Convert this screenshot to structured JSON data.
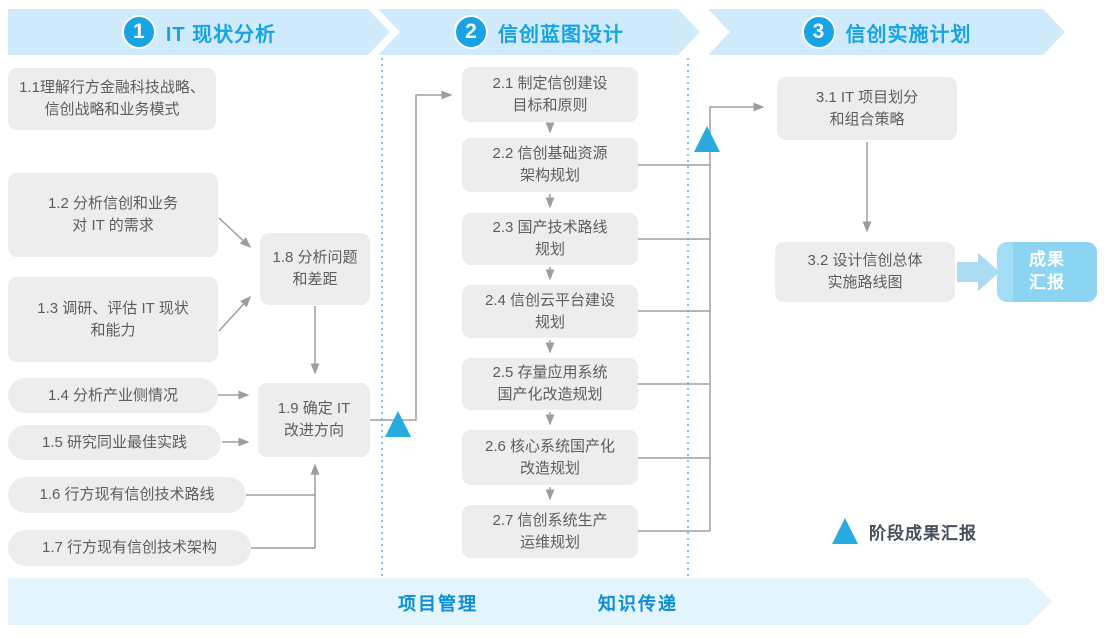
{
  "phases": [
    {
      "number": "1",
      "title": "IT 现状分析"
    },
    {
      "number": "2",
      "title": "信创蓝图设计"
    },
    {
      "number": "3",
      "title": "信创实施计划"
    }
  ],
  "steps": {
    "s11": "1.1理解行方金融科技战略、\n信创战略和业务模式",
    "s12": "1.2 分析信创和业务\n对 IT 的需求",
    "s13": "1.3 调研、评估 IT 现状\n和能力",
    "s14": "1.4 分析产业侧情况",
    "s15": "1.5 研究同业最佳实践",
    "s16": "1.6 行方现有信创技术路线",
    "s17": "1.7 行方现有信创技术架构",
    "s18": "1.8 分析问题\n和差距",
    "s19": "1.9 确定 IT\n改进方向",
    "s21": "2.1 制定信创建设\n目标和原则",
    "s22": "2.2 信创基础资源\n架构规划",
    "s23": "2.3 国产技术路线\n规划",
    "s24": "2.4 信创云平台建设\n规划",
    "s25": "2.5 存量应用系统\n国产化改造规划",
    "s26": "2.6 核心系统国产化\n改造规划",
    "s27": "2.7 信创系统生产\n运维规划",
    "s31": "3.1 IT 项目划分\n和组合策略",
    "s32": "3.2 设计信创总体\n实施路线图"
  },
  "result_box": "成果\n汇报",
  "legend": {
    "label": "阶段成果汇报"
  },
  "footer": {
    "items": [
      "项目管理",
      "知识传递"
    ]
  },
  "colors": {
    "accent_blue": "#17a3e4",
    "banner_bg": "#cfeafa",
    "box_bg": "#ededed",
    "box_text": "#5d5d5d",
    "connector_gray": "#9d9d9d",
    "milestone_triangle": "#29abe2",
    "dotted_divider": "#4db8ea",
    "result_box_bg": "#8bd5f2",
    "bottom_banner_bg": "#e4f4fc",
    "bottom_text": "#0d8fd8"
  }
}
